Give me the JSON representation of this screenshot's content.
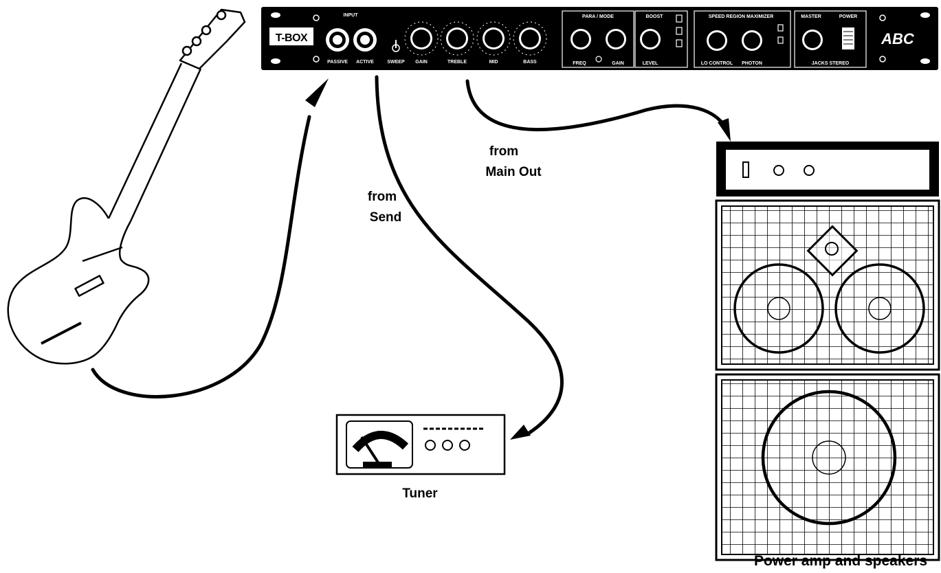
{
  "preamp": {
    "logo_text": "T-BOX",
    "brand_text": "ABC",
    "labels": {
      "input": "INPUT",
      "passive": "PASSIVE",
      "active": "ACTIVE",
      "sweep": "SWEEP",
      "gain": "GAIN",
      "treble": "TREBLE",
      "mid": "MID",
      "bass": "BASS",
      "para_mode": "PARA / MODE",
      "freq": "FREQ",
      "level_w": "LEVEL",
      "mid_freq": "FREQ",
      "mid_gain": "GAIN",
      "boost": "BOOST",
      "boost_level": "LEVEL",
      "graphic": "SPEED  REGION  MAXIMIZER",
      "lo_control": "LO CONTROL",
      "photon": "PHOTON",
      "master": "MASTER",
      "power": "POWER",
      "jacks": "JACKS  STEREO"
    }
  },
  "labels": {
    "from_main_line1": "from",
    "from_main_line2": "Main Out",
    "from_send_line1": "from",
    "from_send_line2": "Send",
    "tuner": "Tuner",
    "power_amp": "Power amp and speakers"
  },
  "colors": {
    "ink": "#000000",
    "paper": "#ffffff"
  }
}
